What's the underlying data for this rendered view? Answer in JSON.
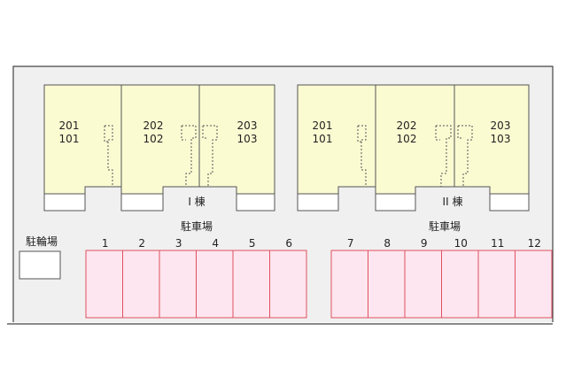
{
  "buildings": [
    {
      "label": "I 棟",
      "units": [
        {
          "upper": "201",
          "lower": "101"
        },
        {
          "upper": "202",
          "lower": "102"
        },
        {
          "upper": "203",
          "lower": "103"
        }
      ]
    },
    {
      "label": "II 棟",
      "units": [
        {
          "upper": "201",
          "lower": "101"
        },
        {
          "upper": "202",
          "lower": "102"
        },
        {
          "upper": "203",
          "lower": "103"
        }
      ]
    }
  ],
  "parking": [
    {
      "label": "駐車場",
      "spaces": [
        "1",
        "2",
        "3",
        "4",
        "5",
        "6"
      ]
    },
    {
      "label": "駐車場",
      "spaces": [
        "7",
        "8",
        "9",
        "10",
        "11",
        "12"
      ]
    }
  ],
  "bicycle_parking": {
    "label": "駐輪場"
  },
  "colors": {
    "building_fill": "#fbfbd2",
    "parking_fill": "#fde6ef",
    "parking_stroke": "#e05060",
    "lot_fill": "#f0f0f0",
    "outline": "#555555"
  }
}
